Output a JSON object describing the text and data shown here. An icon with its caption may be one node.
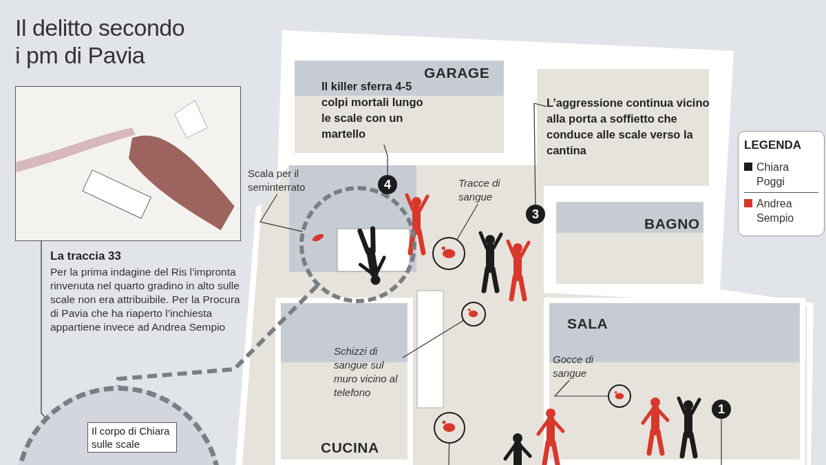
{
  "diagram": {
    "title": "Il delitto secondo i pm di Pavia",
    "nodes": [
      {
        "text": [],
        "shape": "picture"
      },
      {
        "text": [
          "La traccia 33",
          "Per la prima indagine del Ris l’impronta rinvenuta nel quarto gradino in alto sulle scale non era attribuibile. Per la Procura di Pavia che ha riaperto l’inchiesta appartiene invece ad Andrea Sempio"
        ]
      },
      {
        "text": [
          "GARAGE"
        ]
      },
      {
        "text": [
          "BAGNO"
        ]
      },
      {
        "text": [
          "SALA"
        ]
      },
      {
        "text": [
          "CUCINA"
        ]
      },
      {
        "text": [
          "Il killer sferra 4-5 colpi mortali lungo le scale con un martello"
        ],
        "in": 2
      },
      {
        "text": [
          "4"
        ]
      },
      {
        "text": [
          "L’aggressione continua vicino alla porta a soffietto che conduce alle scale verso la cantina"
        ]
      },
      {
        "text": [
          "3"
        ]
      },
      {
        "text": [
          "Scala per il seminterrato"
        ]
      },
      {
        "text": [
          "Tracce di sangue"
        ]
      },
      {
        "text": [],
        "shape": "circle"
      },
      {
        "text": [
          "Schizzi di sangue sul muro vicino al telefono"
        ],
        "in": 5
      },
      {
        "text": [],
        "shape": "circle"
      },
      {
        "text": [
          "Gocce di sangue"
        ],
        "in": 4
      },
      {
        "text": [],
        "shape": "circle",
        "in": 4
      },
      {
        "text": [
          "1"
        ],
        "in": 4
      },
      {
        "text": [],
        "shape": "circle"
      },
      {
        "text": [],
        "shape": "circle"
      },
      {
        "text": [],
        "shape": "circle"
      },
      {
        "text": [
          "Il corpo di Chiara sulle scale"
        ],
        "in": 20
      }
    ],
    "edges": [
      {
        "from": 6,
        "to": 7,
        "arrow": "none"
      },
      {
        "from": 8,
        "to": 9,
        "arrow": "none"
      },
      {
        "from": 10,
        "to": 19,
        "arrow": "none"
      },
      {
        "from": 11,
        "to": 12,
        "arrow": "none"
      },
      {
        "from": 13,
        "to": 14,
        "arrow": "none"
      },
      {
        "from": 15,
        "to": 16,
        "arrow": "none"
      },
      {
        "from": 17,
        "to": null,
        "arrow": "none"
      },
      {
        "from": 18,
        "to": null,
        "arrow": "none"
      },
      {
        "from": 19,
        "to": 20,
        "arrow": "none",
        "style": "dashed",
        "color": "#7a7d82"
      },
      {
        "from": 0,
        "to": 20,
        "arrow": "none"
      }
    ],
    "labels": [
      "LEGENDA"
    ],
    "legend": [
      {
        "text": "Chiara Poggi",
        "color": "#1c1c1c"
      },
      {
        "text": "Andrea Sempio",
        "color": "#d8382c"
      }
    ]
  }
}
